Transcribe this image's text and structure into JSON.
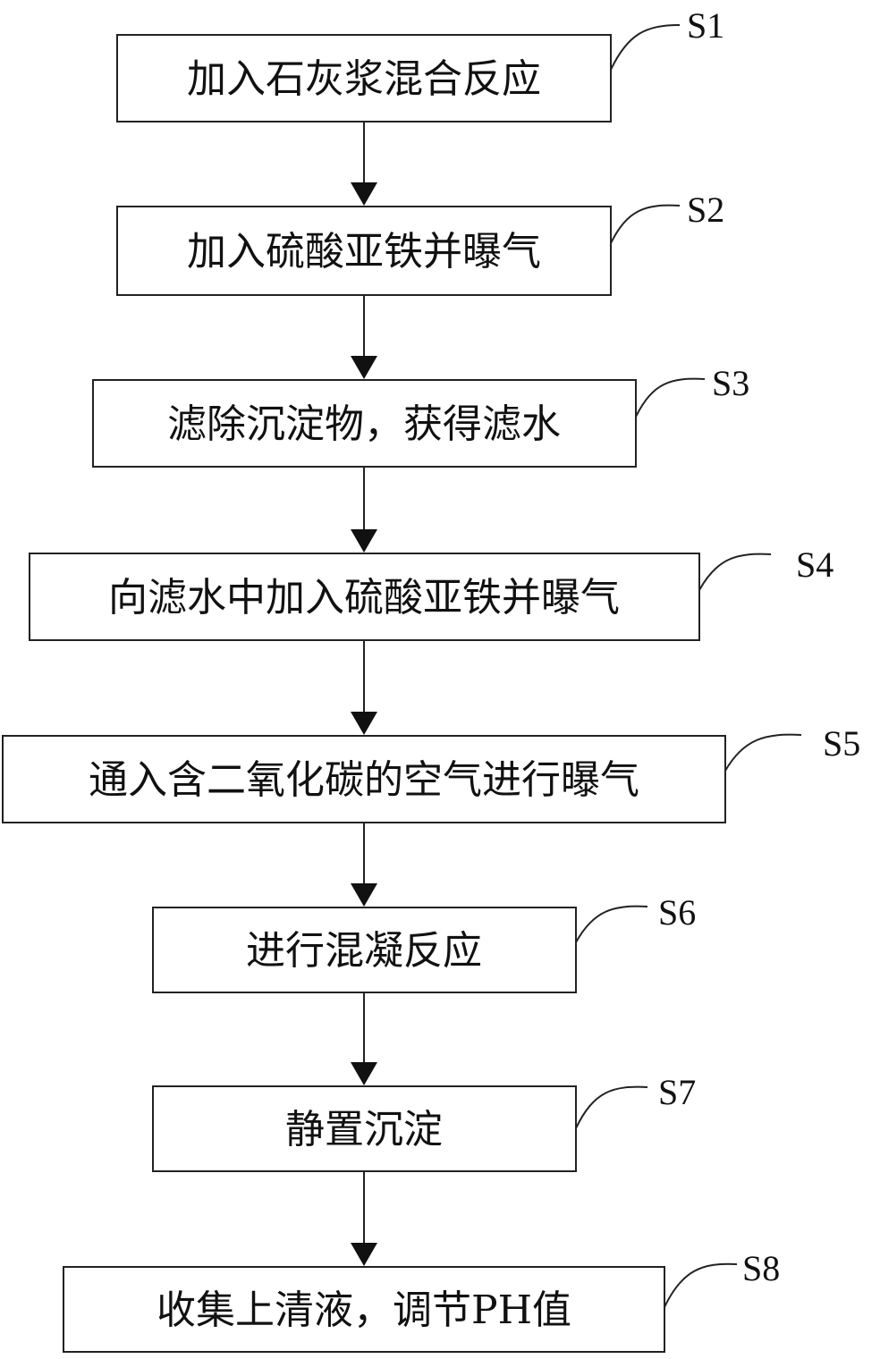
{
  "steps": [
    {
      "id": "S1",
      "label": "加入石灰浆混合反应"
    },
    {
      "id": "S2",
      "label": "加入硫酸亚铁并曝气"
    },
    {
      "id": "S3",
      "label": "滤除沉淀物，获得滤水"
    },
    {
      "id": "S4",
      "label": "向滤水中加入硫酸亚铁并曝气"
    },
    {
      "id": "S5",
      "label": "通入含二氧化碳的空气进行曝气"
    },
    {
      "id": "S6",
      "label": "进行混凝反应"
    },
    {
      "id": "S7",
      "label": "静置沉淀"
    },
    {
      "id": "S8",
      "label": "收集上清液，调节PH值"
    }
  ]
}
